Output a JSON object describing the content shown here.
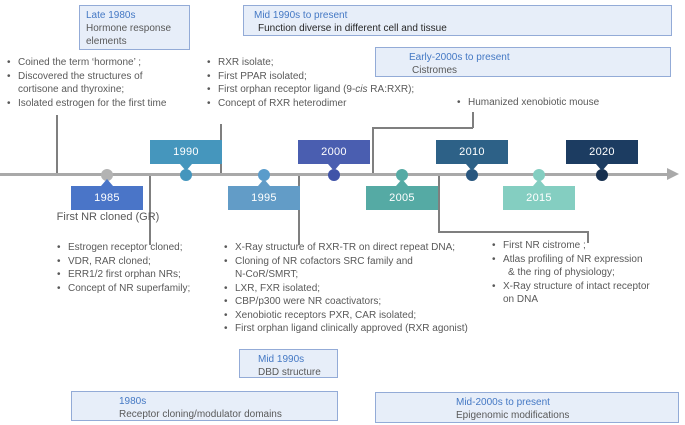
{
  "palette": {
    "info_box_bg": "#e7eef9",
    "info_box_border": "#93abd7",
    "title_blue": "#4478c4",
    "body_gray": "#595959",
    "timeline_gray": "#a9a9a9",
    "connector_gray": "#7f7f7f"
  },
  "info_boxes": {
    "late_1980s": {
      "title": "Late 1980s",
      "body": "Hormone response elements"
    },
    "mid_1990s_present": {
      "title": "Mid 1990s to present",
      "body": "Function diverse in different cell and tissue"
    },
    "early_2000s_present": {
      "title": "Early-2000s to present",
      "body": "Cistromes"
    },
    "mid_1990s_dbd": {
      "title": "Mid 1990s",
      "body": "DBD structure"
    },
    "s1980": {
      "title": "1980s",
      "body": "Receptor cloning/modulator domains"
    },
    "mid_2000s_present": {
      "title": "Mid-2000s to present",
      "body": "Epigenomic modifications"
    }
  },
  "timeline": {
    "years": [
      {
        "label": "1985",
        "box_color": "#4a75c8",
        "dot_color": "#b3b3b3",
        "side": "below",
        "note": "First NR cloned (GR)"
      },
      {
        "label": "1990",
        "box_color": "#4596bd",
        "dot_color": "#4596bd",
        "side": "above"
      },
      {
        "label": "1995",
        "box_color": "#629cc7",
        "dot_color": "#5a9ccb",
        "side": "below"
      },
      {
        "label": "2000",
        "box_color": "#4a5eb0",
        "dot_color": "#4053a8",
        "side": "above"
      },
      {
        "label": "2005",
        "box_color": "#55aaa4",
        "dot_color": "#55aaa4",
        "side": "below"
      },
      {
        "label": "2010",
        "box_color": "#2d6187",
        "dot_color": "#28567e",
        "side": "above"
      },
      {
        "label": "2015",
        "box_color": "#84cec1",
        "dot_color": "#84cec1",
        "side": "below"
      },
      {
        "label": "2020",
        "box_color": "#1c3c61",
        "dot_color": "#17304f",
        "side": "above"
      }
    ]
  },
  "lists": {
    "early_endocrine": {
      "items": [
        {
          "text": "Coined the term ‘hormone’ ;"
        },
        {
          "text": "Discovered the structures of",
          "text2": "cortisone and thyroxine;"
        },
        {
          "text": "Isolated estrogen for the first time"
        }
      ]
    },
    "rxr_era": {
      "items": [
        {
          "text": "RXR isolate;"
        },
        {
          "text": "First PPAR isolated;"
        },
        {
          "pre": "First orphan receptor ligand (9-",
          "italic": "cis",
          "post": " RA:RXR);"
        },
        {
          "text": "Concept of RXR heterodimer"
        }
      ]
    },
    "xenobiotic_mouse": {
      "items": [
        {
          "text": "Humanized xenobiotic mouse"
        }
      ]
    },
    "cloning_era": {
      "items": [
        {
          "text": "Estrogen receptor cloned;"
        },
        {
          "text": "VDR, RAR cloned;"
        },
        {
          "text": "ERR1/2 first orphan NRs;"
        },
        {
          "text": "Concept of NR superfamily;"
        }
      ]
    },
    "structure_era": {
      "items": [
        {
          "text": "X-Ray structure of RXR-TR on direct repeat DNA;"
        },
        {
          "text": "Cloning of NR cofactors SRC family and",
          "text2": "N-CoR/SMRT;"
        },
        {
          "text": "LXR, FXR isolated;"
        },
        {
          "text": "CBP/p300 were NR coactivators;"
        },
        {
          "text": "Xenobiotic receptors PXR, CAR isolated;"
        },
        {
          "text": "First orphan ligand clinically approved (RXR agonist)"
        }
      ]
    },
    "cistrome_era": {
      "items": [
        {
          "text": "First NR cistrome ;"
        },
        {
          "text": "Atlas profiling of NR expression",
          "text2": "& the ring of physiology;"
        },
        {
          "text": "X-Ray structure of intact receptor",
          "text2": "on DNA"
        }
      ]
    }
  }
}
